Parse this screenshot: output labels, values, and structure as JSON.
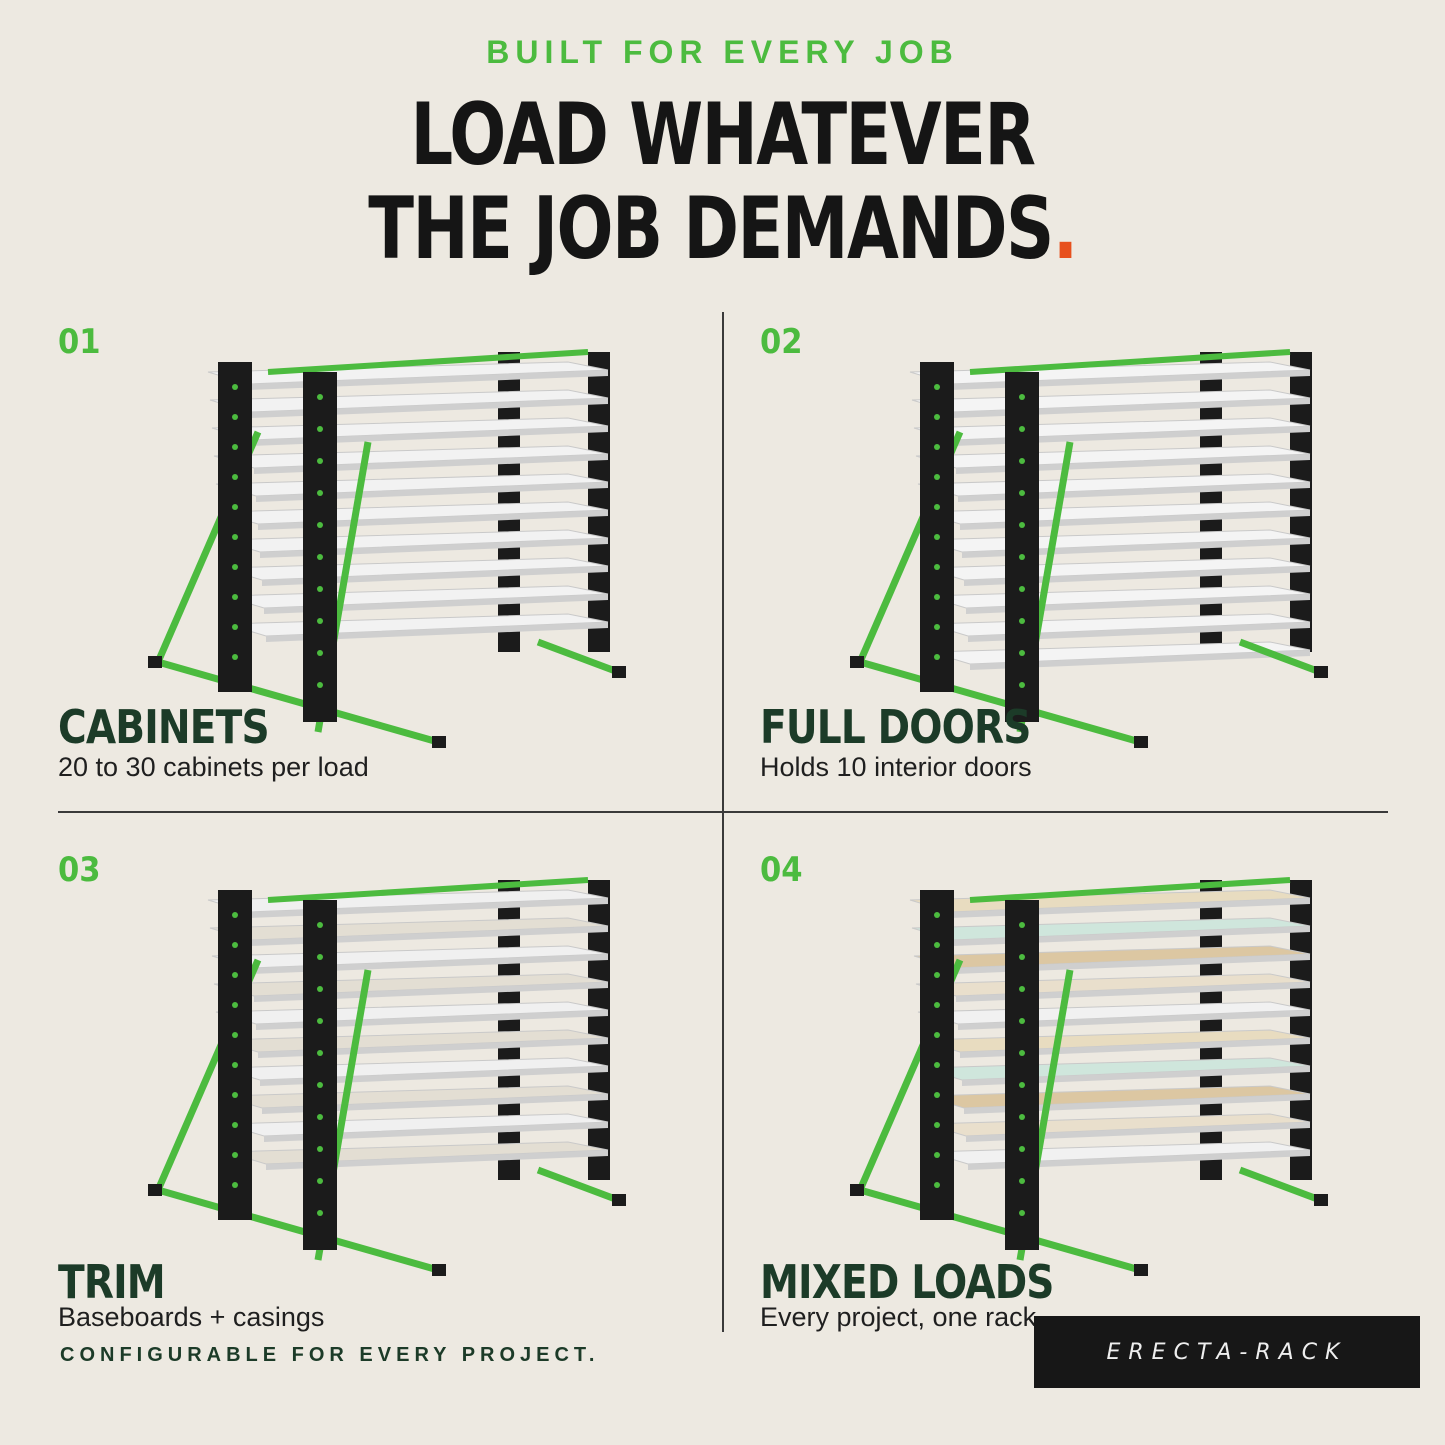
{
  "header": {
    "eyebrow": "BUILT FOR EVERY JOB",
    "headline_line1": "LOAD WHATEVER",
    "headline_line2": "THE JOB DEMANDS",
    "headline_period": "."
  },
  "panels": [
    {
      "number": "01",
      "title": "CABINETS",
      "subtitle": "20 to 30 cabinets per load",
      "load": "cabinets"
    },
    {
      "number": "02",
      "title": "FULL DOORS",
      "subtitle": "Holds 10 interior doors",
      "load": "doors"
    },
    {
      "number": "03",
      "title": "TRIM",
      "subtitle": "Baseboards + casings",
      "load": "trim"
    },
    {
      "number": "04",
      "title": "MIXED LOADS",
      "subtitle": "Every project, one rack",
      "load": "mixed"
    }
  ],
  "footer": {
    "tagline": "CONFIGURABLE FOR EVERY PROJECT.",
    "brand": "ERECTA-RACK"
  },
  "colors": {
    "accent_green": "#4cbb3f",
    "title_green": "#1c3b28",
    "accent_orange": "#e7501d",
    "background": "#ede9e1",
    "frame_black": "#1b1b1b"
  }
}
